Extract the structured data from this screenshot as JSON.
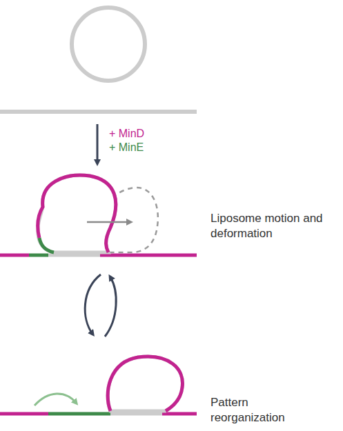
{
  "diagram": {
    "labels": [
      "+ MinD",
      "+ MinE",
      "Liposome motion and deformation",
      "Pattern reorganization"
    ]
  }
}
